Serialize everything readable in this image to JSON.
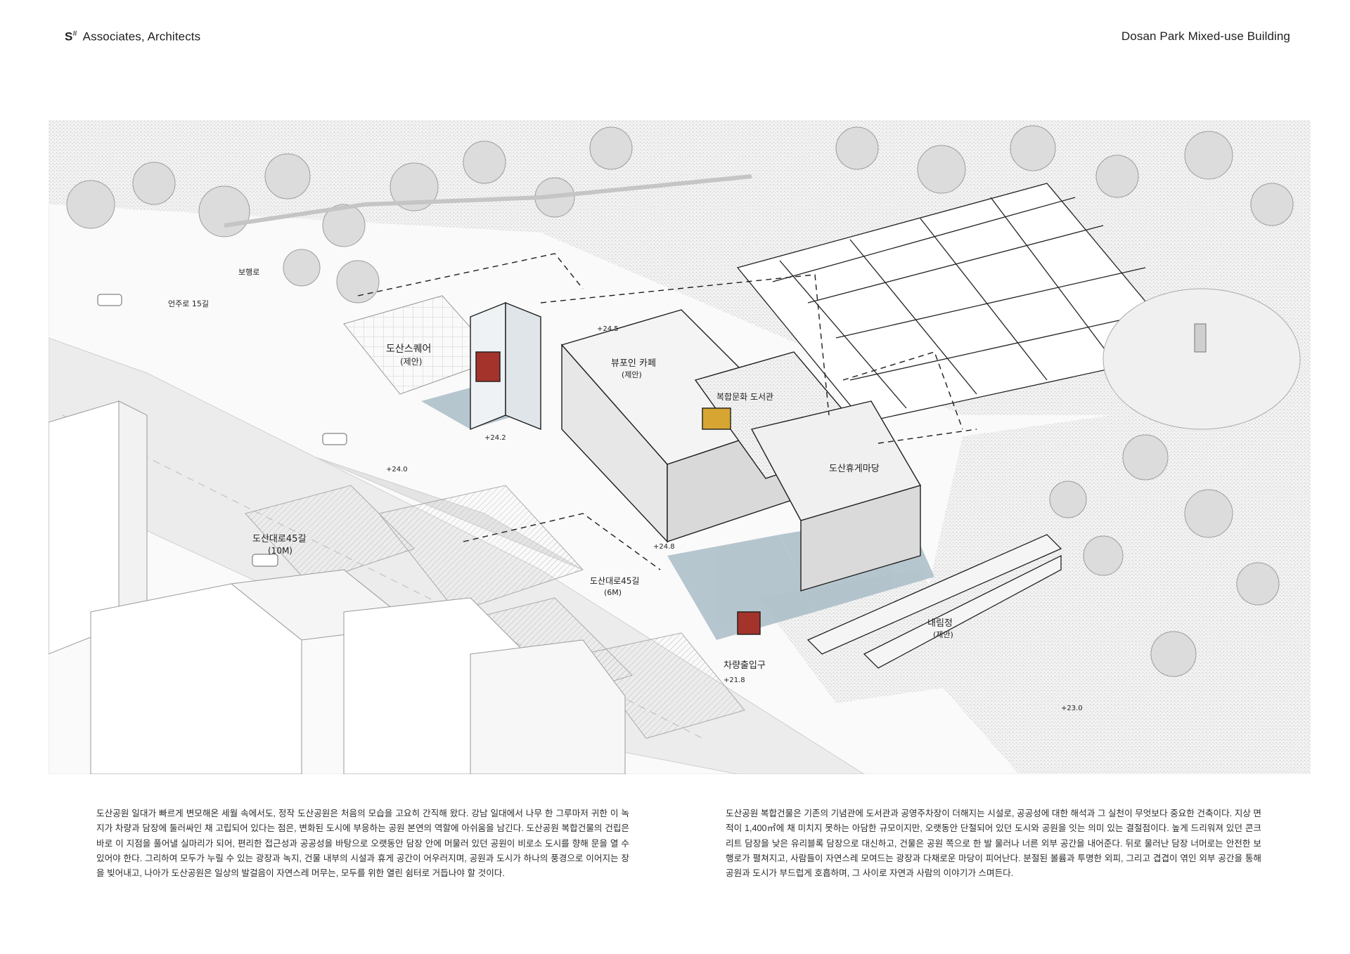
{
  "header": {
    "firm_mark": "S",
    "firm_mark_sup": "#",
    "firm_name": "Associates, Architects",
    "project_title": "Dosan Park Mixed-use Building"
  },
  "diagram": {
    "labels": {
      "dosan_square": "도산스퀘어",
      "dosan_square_sub": "(제안)",
      "park_cafe": "뷰포인 카페",
      "park_cafe_sub": "(제안)",
      "library": "복합문화 도서관",
      "dosan_gallery": "도산휴게마당",
      "inner_garden": "내림정",
      "inner_garden_sub": "(제안)",
      "road_45": "도산대로45길",
      "road_45_width": "(10M)",
      "road_45b": "도산대로45길",
      "road_45b_width": "(6M)",
      "parking_entrance": "차량출입구",
      "road_15": "언주로 15길",
      "sidewalk": "보행로",
      "elev_240": "+24.0",
      "elev_242": "+24.2",
      "elev_248": "+24.8",
      "elev_218": "+21.8",
      "elev_230": "+23.0",
      "elev_245": "+24.5"
    },
    "colors": {
      "red_block": "#a3332b",
      "blue_ground": "#a9bcc7",
      "yellow_accent": "#d7a532",
      "tree_fill": "#dcdcdc"
    }
  },
  "text": {
    "left_paragraph": "도산공원 일대가 빠르게 변모해온 세월 속에서도, 정작 도산공원은 처음의 모습을 고요히 간직해 왔다. 강남 일대에서 나무 한 그루마저 귀한 이 녹지가 차량과 담장에 둘러싸인 채 고립되어 있다는 점은, 변화된 도시에 부응하는 공원 본연의 역할에 아쉬움을 남긴다. 도산공원 복합건물의 건립은 바로 이 지점을 풀어낼 실마리가 되어, 편리한 접근성과 공공성을 바탕으로 오랫동안 담장 안에 머물러 있던 공원이 비로소 도시를 향해 문을 열 수 있어야 한다. 그리하여 모두가 누릴 수 있는 광장과 녹지, 건물 내부의 시설과 휴게 공간이 어우러지며, 공원과 도시가 하나의 풍경으로 이어지는 장을 빚어내고, 나아가 도산공원은 일상의 발걸음이 자연스레 머무는, 모두를 위한 열린 쉼터로 거듭나야 할 것이다.",
    "right_paragraph": "도산공원 복합건물은 기존의 기념관에 도서관과 공영주차장이 더해지는 시설로, 공공성에 대한 해석과 그 실천이 무엇보다 중요한 건축이다. 지상 면적이 1,400㎡에 채 미치지 못하는 아담한 규모이지만, 오랫동안 단절되어 있던 도시와 공원을 잇는 의미 있는 결절점이다. 높게 드리워져 있던 콘크리트 담장을 낮은 유리블록 담장으로 대신하고, 건물은 공원 쪽으로 한 발 물러나 너른 외부 공간을 내어준다. 뒤로 물러난 담장 너머로는 안전한 보행로가 펼쳐지고, 사람들이 자연스레 모여드는 광장과 다채로운 마당이 피어난다. 분절된 볼륨과 투명한 외피, 그리고 겹겹이 엮인 외부 공간을 통해 공원과 도시가 부드럽게 호흡하며, 그 사이로 자연과 사람의 이야기가 스며든다."
  }
}
